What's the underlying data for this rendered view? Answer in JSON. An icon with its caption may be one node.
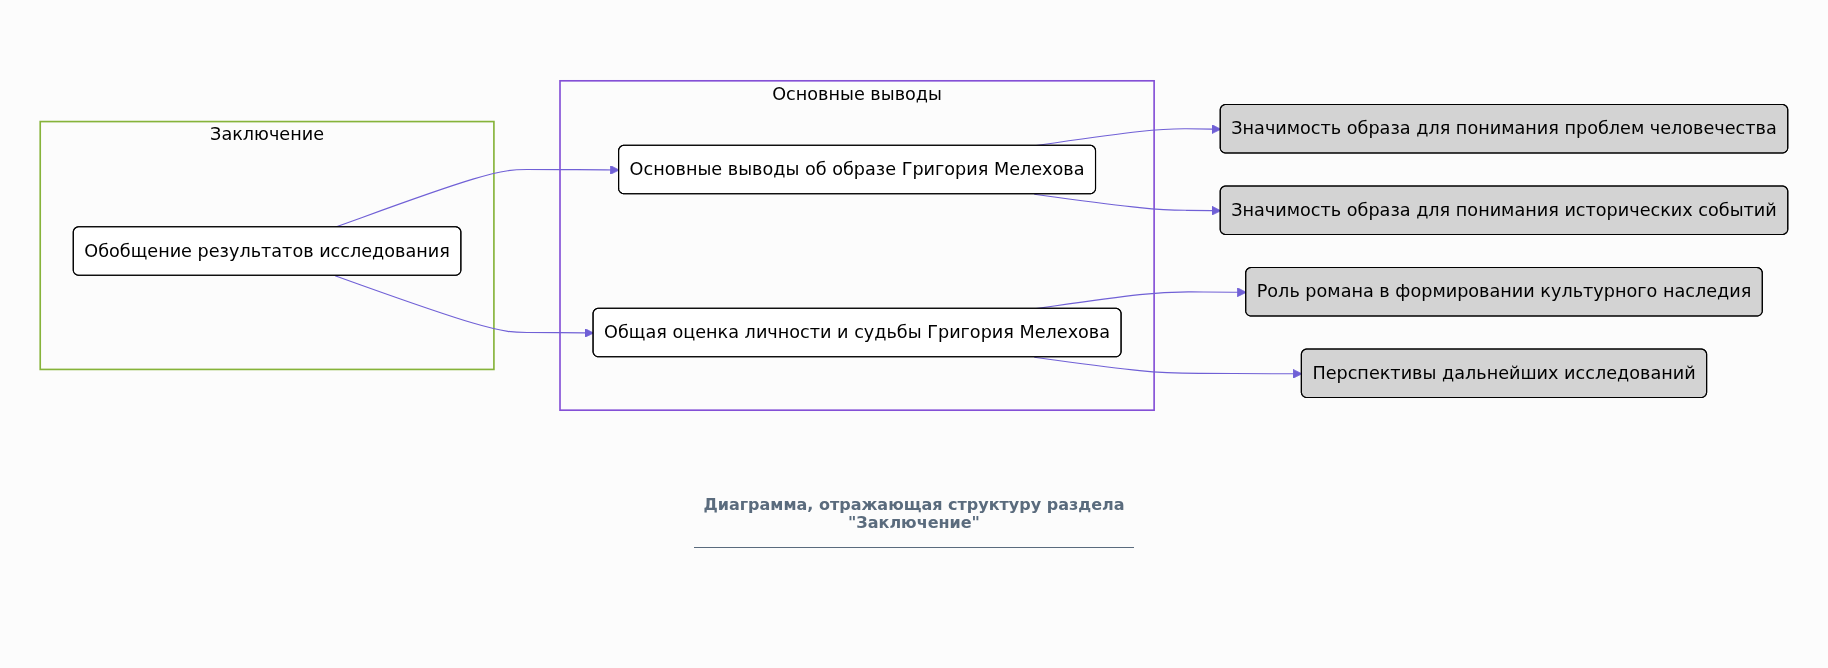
{
  "diagram": {
    "caption": "Диаграмма, отражающая структуру раздела \"Заключение\"",
    "nodes": [
      {
        "text": [
          "Заключение"
        ]
      },
      {
        "text": [
          "Обобщение результатов исследования"
        ],
        "in": 0
      },
      {
        "text": [
          "Основные выводы"
        ]
      },
      {
        "text": [
          "Основные выводы об образе Григория Мелехова"
        ],
        "in": 2
      },
      {
        "text": [
          "Общая оценка личности и судьбы Григория Мелехова"
        ],
        "in": 2
      },
      {
        "text": [
          "Значимость образа для понимания проблем человечества"
        ]
      },
      {
        "text": [
          "Значимость образа для понимания исторических событий"
        ]
      },
      {
        "text": [
          "Роль романа в формировании культурного наследия"
        ]
      },
      {
        "text": [
          "Перспективы дальнейших исследований"
        ]
      }
    ],
    "edges": [
      {
        "from": 1,
        "to": 3,
        "arrow": "to"
      },
      {
        "from": 1,
        "to": 4,
        "arrow": "to"
      },
      {
        "from": 3,
        "to": 5,
        "arrow": "to"
      },
      {
        "from": 3,
        "to": 6,
        "arrow": "to"
      },
      {
        "from": 4,
        "to": 7,
        "arrow": "to"
      },
      {
        "from": 4,
        "to": 8,
        "arrow": "to"
      }
    ]
  }
}
